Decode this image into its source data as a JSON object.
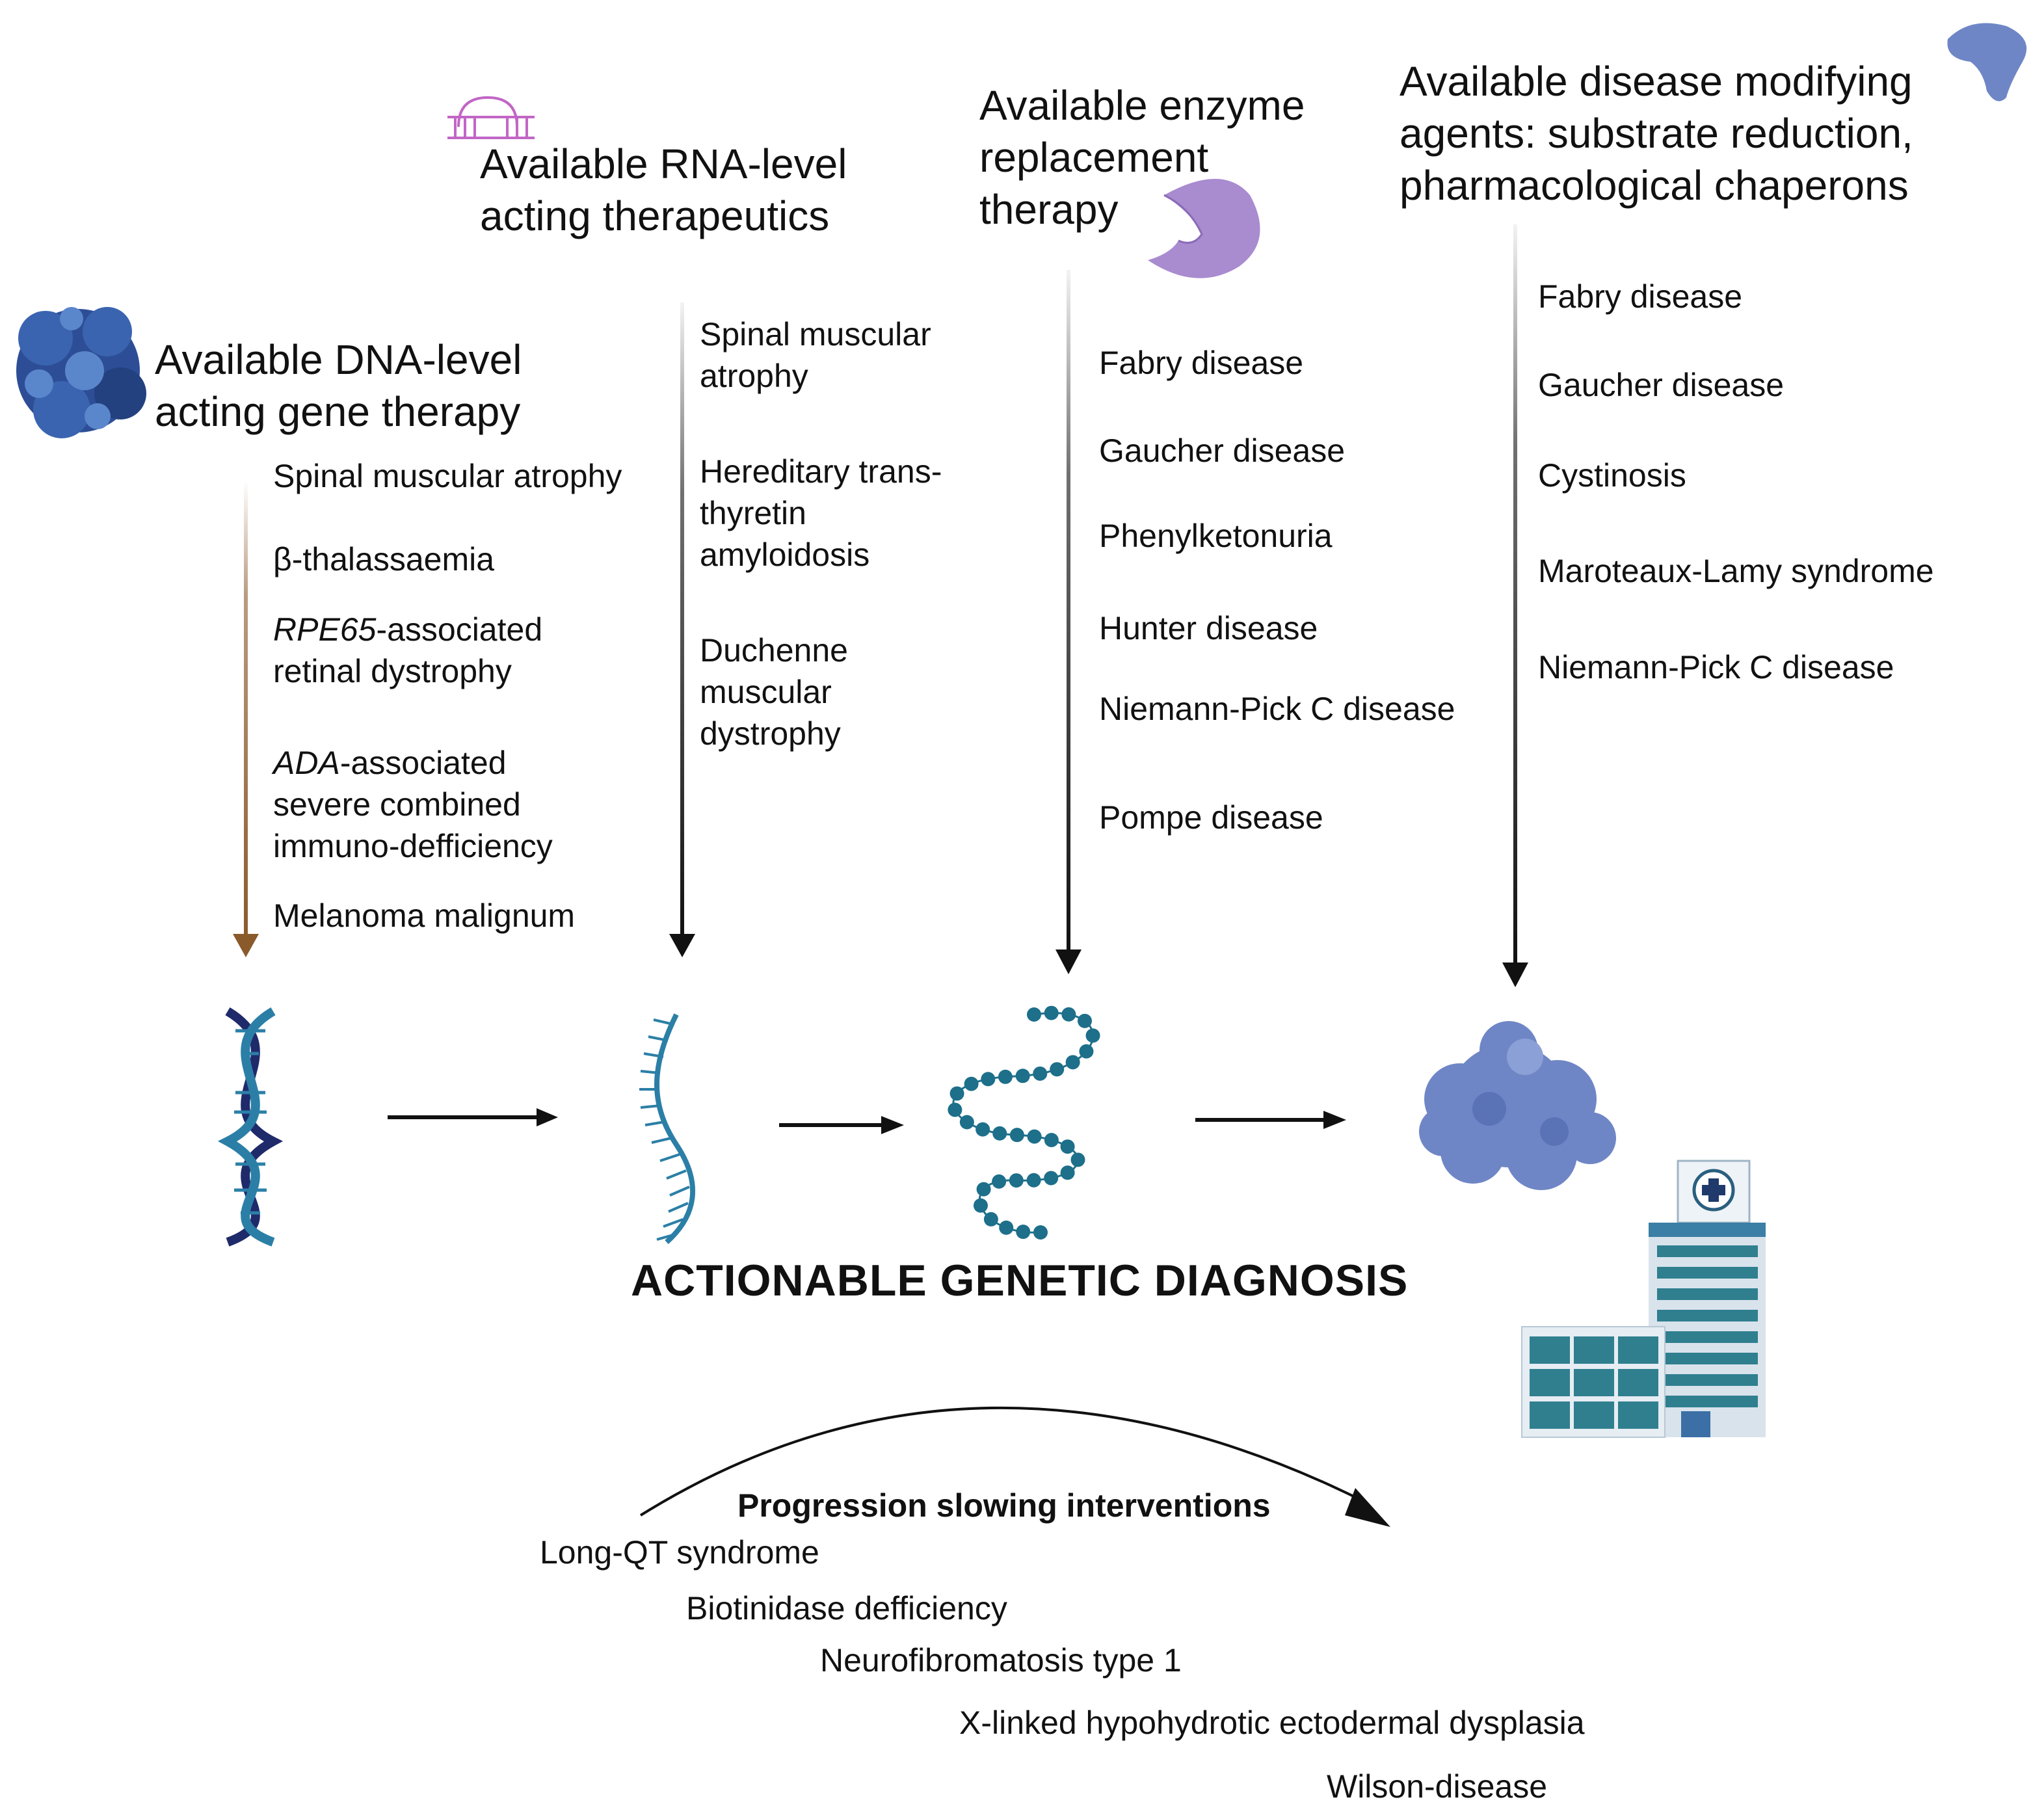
{
  "columns": {
    "dna": {
      "heading": [
        "Available DNA-level",
        "acting gene therapy"
      ],
      "items": [
        [
          "Spinal muscular atrophy"
        ],
        [
          "β-thalassaemia"
        ],
        [
          "retinal dystrophy"
        ],
        [
          "severe combined",
          "immuno-defficiency"
        ],
        [
          "Melanoma malignum"
        ]
      ],
      "rpe65_gene": "RPE65",
      "rpe65_suffix": "-associated",
      "ada_gene": "ADA",
      "ada_suffix": "-associated",
      "arrow_color": "#8a5a2b"
    },
    "rna": {
      "heading": [
        "Available RNA-level",
        "acting therapeutics"
      ],
      "items": [
        [
          "Spinal muscular",
          "atrophy"
        ],
        [
          "Hereditary trans-",
          "thyretin",
          "amyloidosis"
        ],
        [
          "Duchenne",
          "muscular",
          "dystrophy"
        ]
      ]
    },
    "ert": {
      "heading": [
        "Available enzyme",
        "replacement",
        "therapy"
      ],
      "items": [
        "Fabry disease",
        "Gaucher disease",
        "Phenylketonuria",
        "Hunter disease",
        "Niemann-Pick C disease",
        "Pompe disease"
      ]
    },
    "dma": {
      "heading": [
        "Available disease modifying",
        "agents: substrate reduction,",
        "pharmacological  chaperons"
      ],
      "items": [
        "Fabry disease",
        "Gaucher disease",
        "Cystinosis",
        "Maroteaux-Lamy syndrome",
        "Niemann-Pick C disease"
      ]
    }
  },
  "main_title": "ACTIONABLE GENETIC DIAGNOSIS",
  "progression": {
    "title": "Progression slowing interventions",
    "items": [
      "Long-QT syndrome",
      "Biotinidase defficiency",
      "Neurofibromatosis type 1",
      "X-linked hypohydrotic ectodermal dysplasia",
      "Wilson-disease"
    ]
  },
  "icons": {
    "dna_protein": "protein-blob-icon",
    "rna_hairpin": "rna-hairpin-icon",
    "enzyme": "enzyme-icon",
    "chaperone": "chaperone-icon",
    "dna": "dna-double-helix-icon",
    "rna": "rna-strand-icon",
    "polypeptide": "polypeptide-chain-icon",
    "folded_protein": "folded-protein-icon",
    "hospital": "hospital-icon"
  },
  "colors": {
    "text": "#111111",
    "arrow": "#111111",
    "dna_arrow": "#8a5a2b",
    "helix_dark": "#1f2a6b",
    "helix_light": "#2b7fa6",
    "bead": "#1d6f8a",
    "protein": "#6f86c6",
    "enzyme": "#a98bd0",
    "rna_icon": "#c266c6"
  }
}
